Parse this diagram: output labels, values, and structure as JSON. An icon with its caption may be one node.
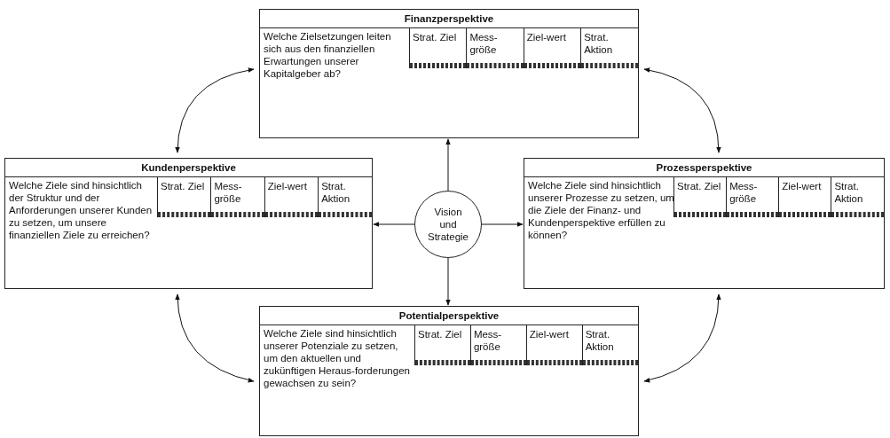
{
  "diagram": {
    "nodes": [
      {
        "text": [
          "Finanzperspektive",
          "Welche Zielsetzungen leiten sich aus den finanziellen Erwartungen unserer Kapitalgeber ab?"
        ]
      },
      {
        "text": [
          "Kundenperspektive",
          "Welche Ziele sind hinsichtlich der Struktur und der Anforderungen unserer Kunden zu setzen, um unsere finanziellen Ziele zu erreichen?"
        ]
      },
      {
        "text": [
          "Vision und Strategie"
        ]
      },
      {
        "text": [
          "Prozessperspektive",
          "Welche Ziele sind hinsichtlich unserer Prozesse zu setzen, um die Ziele der Finanz- und Kundenperspektive erfüllen zu können?"
        ]
      },
      {
        "text": [
          "Potentialperspektive",
          "Welche Ziele sind hinsichtlich unserer Potenziale zu setzen, um den aktuellen und zukünftigen Heraus-forderungen gewachsen zu sein?"
        ]
      }
    ],
    "edges": [
      {
        "from": 2,
        "to": 0,
        "arrow": "to"
      },
      {
        "from": 2,
        "to": 1,
        "arrow": "to"
      },
      {
        "from": 2,
        "to": 3,
        "arrow": "to"
      },
      {
        "from": 2,
        "to": 4,
        "arrow": "to"
      },
      {
        "from": 0,
        "to": 1,
        "arrow": "both"
      },
      {
        "from": 0,
        "to": 3,
        "arrow": "both"
      },
      {
        "from": 1,
        "to": 4,
        "arrow": "both"
      },
      {
        "from": 3,
        "to": 4,
        "arrow": "both"
      }
    ],
    "labels": [
      "Strat. Ziel",
      "Mess-größe",
      "Ziel-wert",
      "Strat. Aktion",
      "Strat. Ziel",
      "Mess-größe",
      "Ziel-wert",
      "Strat. Aktion",
      "Strat. Ziel",
      "Mess-größe",
      "Ziel-wert",
      "Strat. Aktion",
      "Strat. Ziel",
      "Mess-größe",
      "Ziel-wert",
      "Strat. Aktion"
    ]
  }
}
